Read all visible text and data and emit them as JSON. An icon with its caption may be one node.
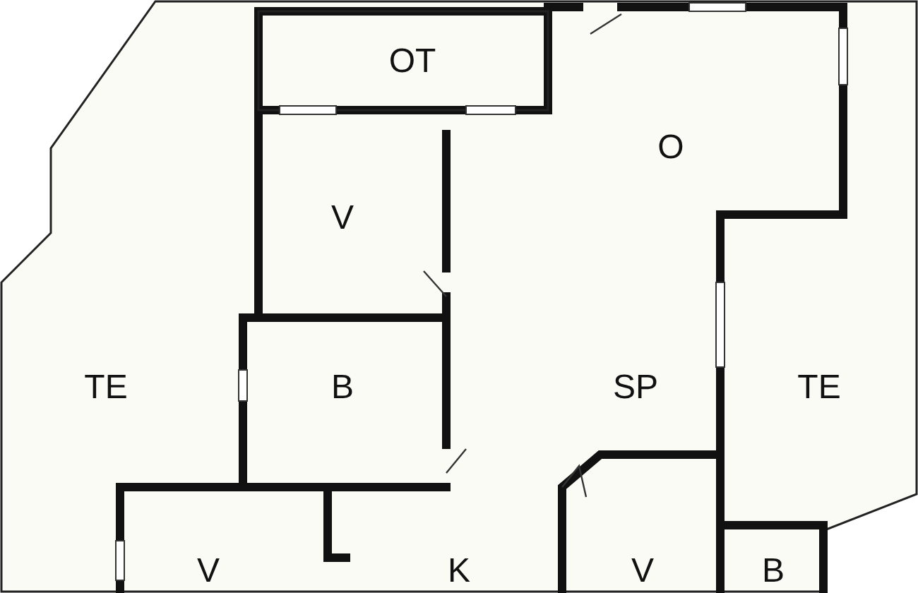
{
  "diagram": {
    "nodes": [
      {
        "text": [
          "OT"
        ]
      },
      {
        "text": [
          "O"
        ]
      },
      {
        "text": [
          "V"
        ]
      },
      {
        "text": [
          "TE"
        ]
      },
      {
        "text": [
          "B"
        ]
      },
      {
        "text": [
          "SP"
        ]
      },
      {
        "text": [
          "TE"
        ]
      },
      {
        "text": [
          "V"
        ]
      },
      {
        "text": [
          "K"
        ]
      },
      {
        "text": [
          "V"
        ]
      },
      {
        "text": [
          "B"
        ]
      }
    ]
  }
}
